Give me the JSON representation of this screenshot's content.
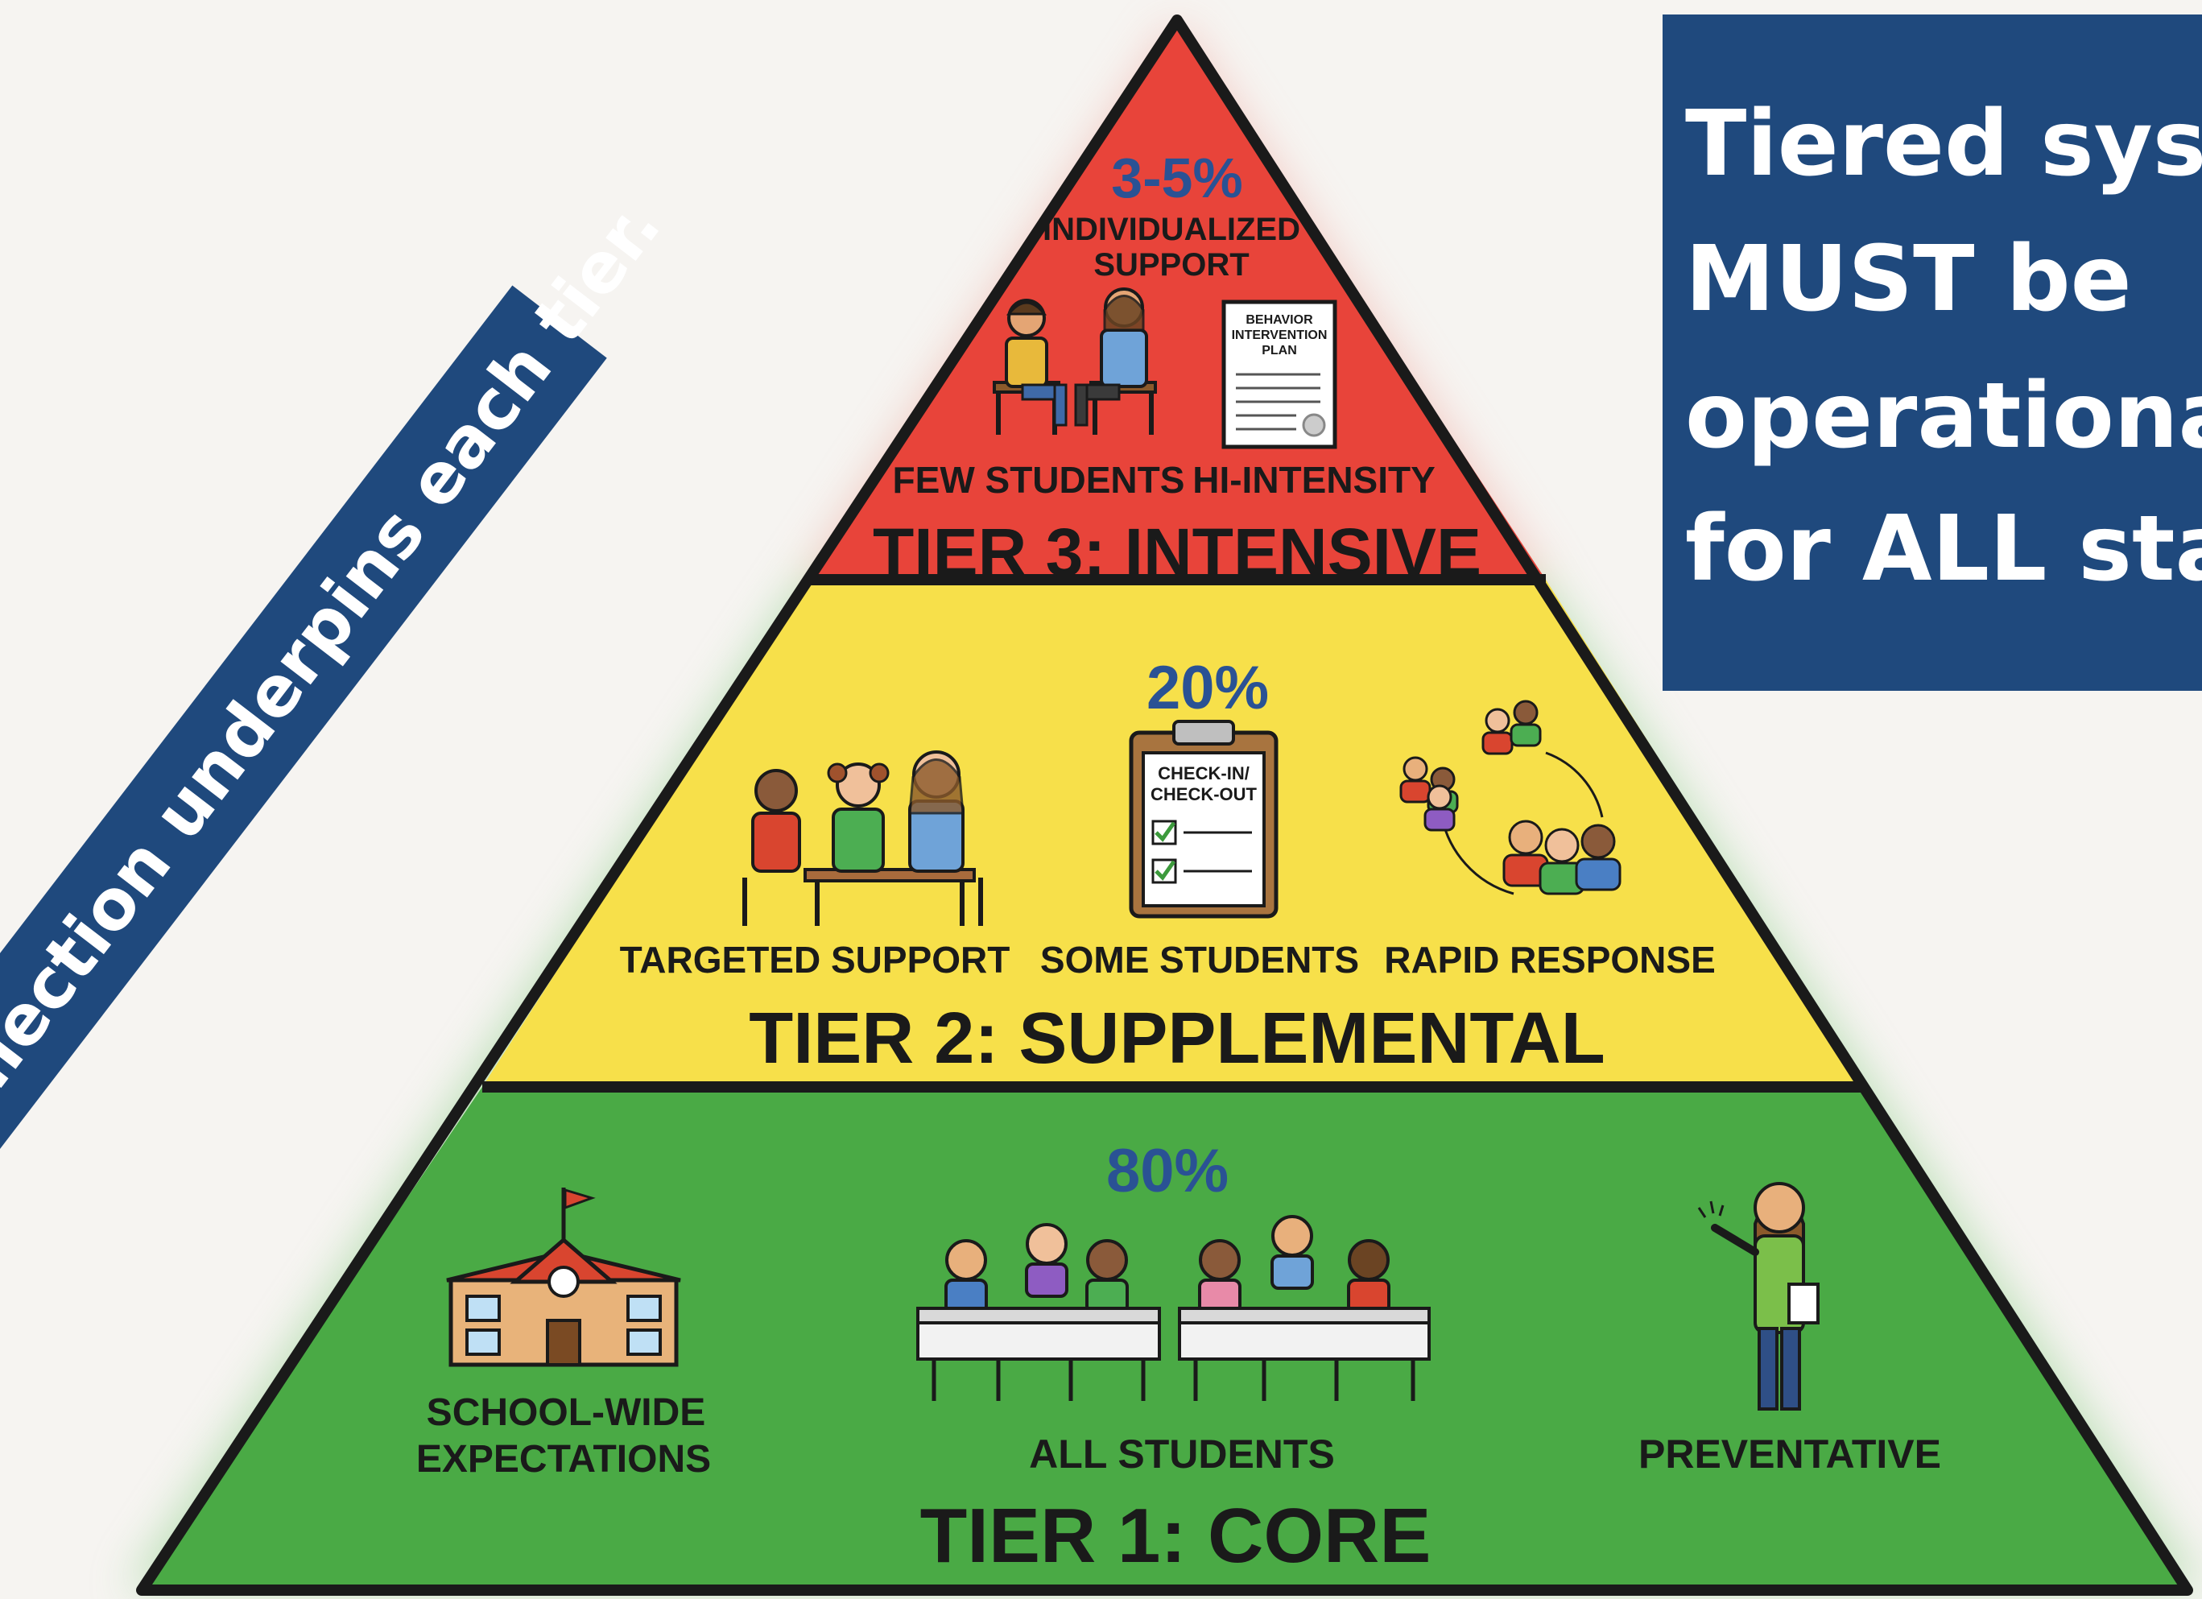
{
  "side_banner": {
    "text": "Data collection underpins each tier."
  },
  "callout": {
    "lines": [
      "Tiered syst",
      "MUST be",
      "operationa",
      "for ALL sta"
    ]
  },
  "pyramid": {
    "tier3": {
      "percent": "3-5%",
      "heading": [
        "INDIVIDUALIZED",
        "SUPPORT"
      ],
      "plan_doc": [
        "BEHAVIOR",
        "INTERVENTION",
        "PLAN"
      ],
      "labels": [
        "FEW STUDENTS",
        "HI-INTENSITY"
      ],
      "title": "TIER 3: INTENSIVE",
      "color": "#e8443a"
    },
    "tier2": {
      "percent": "20%",
      "clipboard": [
        "CHECK-IN/",
        "CHECK-OUT"
      ],
      "labels": [
        "TARGETED SUPPORT",
        "SOME STUDENTS",
        "RAPID RESPONSE"
      ],
      "title": "TIER 2: SUPPLEMENTAL",
      "color": "#f7e04a"
    },
    "tier1": {
      "percent": "80%",
      "labels": [
        "SCHOOL-WIDE",
        "EXPECTATIONS",
        "ALL STUDENTS",
        "PREVENTATIVE"
      ],
      "title": "TIER 1: CORE",
      "color": "#4aaa45"
    },
    "percent_color": "#2a5294"
  }
}
